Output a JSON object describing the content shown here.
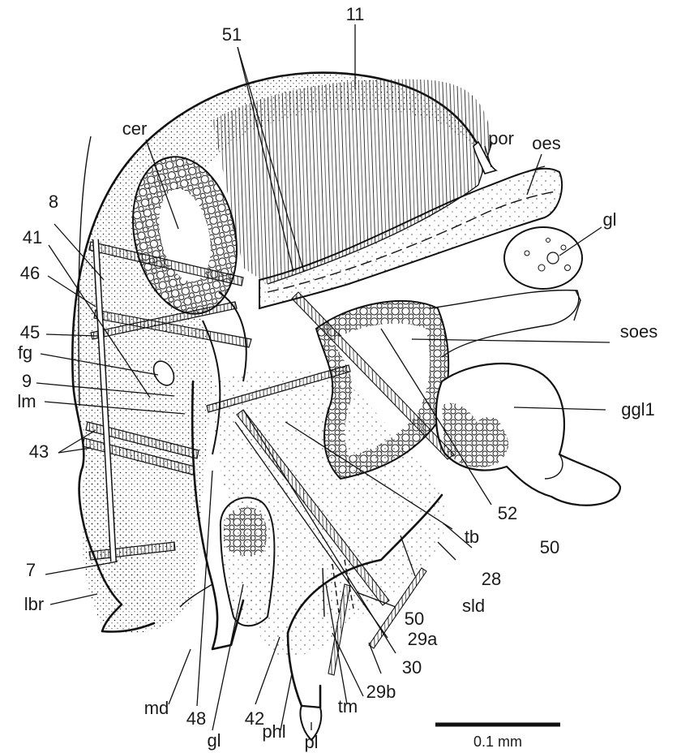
{
  "labels": {
    "n11": "11",
    "n51": "51",
    "cer": "cer",
    "por": "por",
    "oes": "oes",
    "gl_top": "gl",
    "n8": "8",
    "n41": "41",
    "n46": "46",
    "n45": "45",
    "fg": "fg",
    "n9": "9",
    "lm": "lm",
    "n43": "43",
    "soes": "soes",
    "ggl1": "ggl1",
    "n52": "52",
    "tb": "tb",
    "n50_right": "50",
    "n28": "28",
    "n7": "7",
    "lbr": "lbr",
    "sld": "sld",
    "n50_low": "50",
    "n29a": "29a",
    "n30": "30",
    "md": "md",
    "n48": "48",
    "n42": "42",
    "n29b": "29b",
    "tm": "tm",
    "gl_bottom": "gl",
    "phl": "phl",
    "pl": "pl"
  },
  "scale_bar": {
    "label": "0.1 mm"
  }
}
